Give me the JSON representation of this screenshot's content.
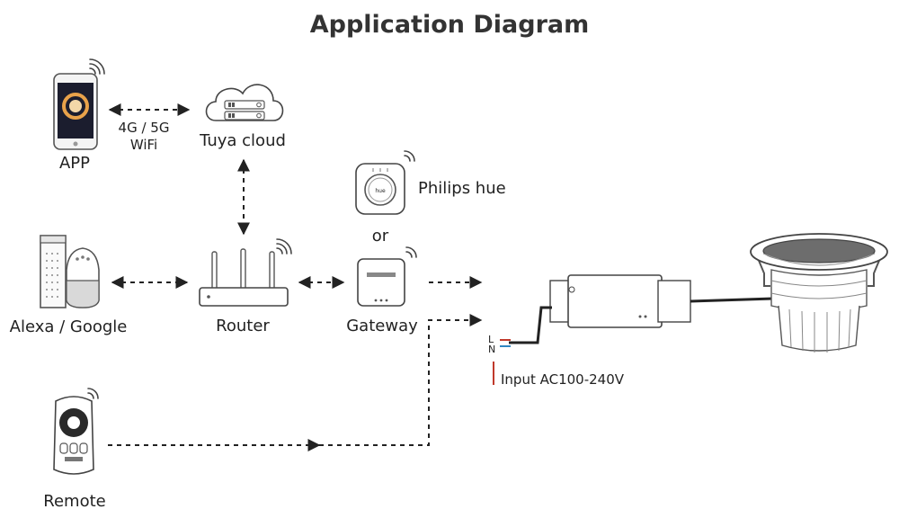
{
  "title": "Application Diagram",
  "labels": {
    "app": "APP",
    "network_line1": "4G / 5G",
    "network_line2": "WiFi",
    "tuya_cloud": "Tuya  cloud",
    "philips_hue": "Philips hue",
    "or": "or",
    "alexa_google": "Alexa / Google",
    "router": "Router",
    "gateway": "Gateway",
    "remote": "Remote",
    "terminal_l": "L",
    "terminal_n": "N",
    "input": "Input AC100-240V"
  },
  "colors": {
    "line": "#222222",
    "wire_live": "#c0392b",
    "wire_neutral": "#2e86c1",
    "device_body": "#ffffff",
    "phone_screen": "#1b1d2e",
    "phone_glow": "#e8a24a"
  }
}
